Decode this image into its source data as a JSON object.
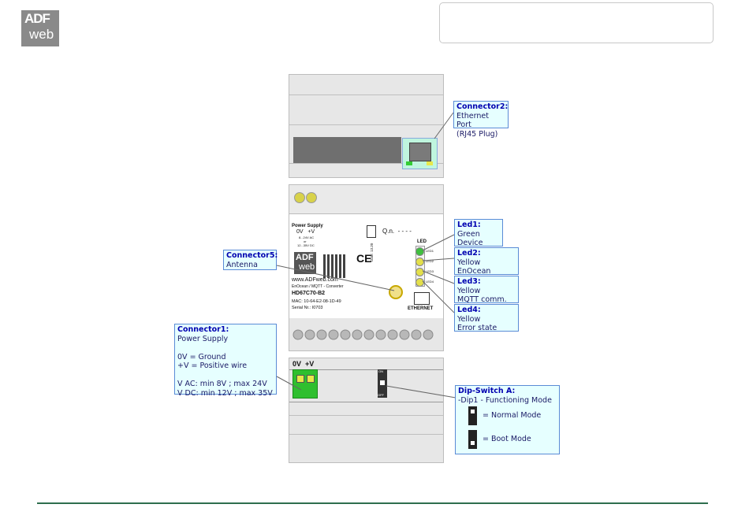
{
  "logo": {
    "line1": "ADF",
    "line2": "web"
  },
  "device": {
    "power_supply": {
      "title": "Power Supply",
      "terminals": "0V   +V",
      "ac": "8...24V AC",
      "or": "or",
      "dc": "12...35V DC"
    },
    "qn": "Q.n.  - - - -",
    "url": "www.ADFweb.com",
    "product_desc": "EnOcean / MQTT - Converter",
    "model": "HD67C70-B2",
    "mac": "MAC: 10-64-E2-08-1D-49",
    "serial": "Serial Nr.: I0703",
    "led_header": "LED",
    "led_labels": [
      "LED1",
      "LED2",
      "LED3",
      "LED4"
    ],
    "ethernet_label": "ETHERNET",
    "date": "Date: 13.20",
    "terminal_labels": "0V  +V",
    "dip_top": "ON",
    "dip_bottom": "OFF"
  },
  "callouts": {
    "connector2": {
      "title": "Connector2:",
      "lines": [
        "Ethernet Port",
        "(RJ45 Plug)"
      ]
    },
    "led1": {
      "title": "Led1:",
      "lines": [
        "Green",
        "Device state"
      ]
    },
    "led2": {
      "title": "Led2:",
      "lines": [
        "Yellow",
        "EnOcean comm."
      ]
    },
    "led3": {
      "title": "Led3:",
      "lines": [
        "Yellow",
        "MQTT comm."
      ]
    },
    "led4": {
      "title": "Led4:",
      "lines": [
        "Yellow",
        "Error state"
      ]
    },
    "connector5": {
      "title": "Connector5:",
      "lines": [
        "Antenna"
      ]
    },
    "connector1": {
      "title": "Connector1:",
      "lines": [
        "Power Supply",
        "",
        "0V = Ground",
        "+V = Positive wire",
        "",
        "V AC: min 8V ; max 24V",
        "V DC: min 12V ; max 35V"
      ]
    },
    "dipswitch": {
      "title": "Dip-Switch A:",
      "line1": "-Dip1 - Functioning Mode",
      "normal": "= Normal Mode",
      "boot": "= Boot Mode"
    }
  },
  "colors": {
    "callout_bg": "#e6ffff",
    "callout_border": "#5a8bd6",
    "callout_title": "#0000b0",
    "led_green": "#3fbf3f",
    "led_yellow": "#e3df4a",
    "terminal_green": "#2fbf2f",
    "footer_line": "#2e6e4e"
  }
}
